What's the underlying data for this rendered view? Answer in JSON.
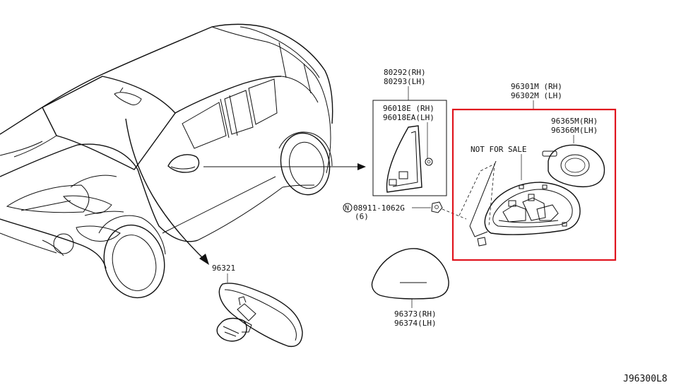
{
  "diagram_code": "J96300L8",
  "highlight_color": "#e0141e",
  "labels": {
    "part_80292_rh": "80292(RH)",
    "part_80293_lh": "80293(LH)",
    "part_96018e_rh": "96018E (RH)",
    "part_96018ea_lh": "96018EA(LH)",
    "bolt_number": "08911-1062G",
    "bolt_qty": "(6)",
    "bolt_prefix_symbol": "N",
    "part_96321": "96321",
    "part_96373_rh": "96373(RH)",
    "part_96374_lh": "96374(LH)",
    "part_96301m_rh": "96301M (RH)",
    "part_96302m_lh": "96302M (LH)",
    "part_96365m_rh": "96365M(RH)",
    "part_96366m_lh": "96366M(LH)",
    "not_for_sale": "NOT FOR SALE"
  }
}
